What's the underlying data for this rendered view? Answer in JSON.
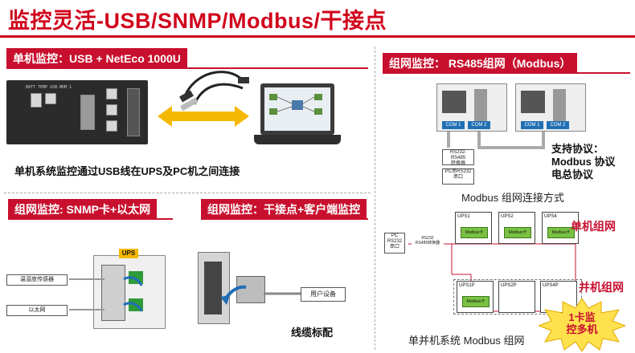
{
  "title": "监控灵活-USB/SNMP/Modbus/干接点",
  "colors": {
    "accent": "#c8102e",
    "green_card": "#7ac143",
    "arrow_yellow": "#f5b800",
    "starburst": "#ffe14d"
  },
  "sections": {
    "single_usb": {
      "label": "单机监控：USB + NetEco 1000U",
      "caption": "单机系统监控通过USB线在UPS及PC机之间连接",
      "device_ports": "BATT TEMP  USB    MDM 1"
    },
    "network_rs485": {
      "label": "组网监控： RS485组网（Modbus）",
      "com1": "COM 1",
      "com2": "COM 2",
      "com1b": "COM 1",
      "com2b": "COM 2",
      "box_a": "RS232-RS485\n转换器",
      "box_b": "PC串RS232\n串口",
      "protocol_lines": [
        "支持协议：",
        "Modbus 协议",
        "电总协议"
      ],
      "diagram_caption": "Modbus 组网连接方式"
    },
    "snmp": {
      "label": "组网监控: SNMP卡+以太网",
      "ups_tag": "UPS",
      "sensor_label": "温湿度传感器",
      "ethernet_label": "以太网"
    },
    "dry_contact": {
      "label": "组网监控：干接点+客户端监控",
      "user_device": "用户设备",
      "caption": "线缆标配"
    },
    "modbus_network": {
      "pc_label": "PC\nRS232\n串口",
      "link_label": "RS232\nRS485转换器",
      "ups_top": [
        "UPS1",
        "UPS2",
        "UPS4"
      ],
      "ups_bottom": [
        "UPS1P",
        "UPS2P",
        "UPS4P"
      ],
      "card_label": "Modbus卡",
      "single_label": "单机组网",
      "parallel_label": "并机组网",
      "caption": "单并机系统 Modbus 组网",
      "burst_lines": [
        "1卡监",
        "控多机"
      ]
    }
  }
}
